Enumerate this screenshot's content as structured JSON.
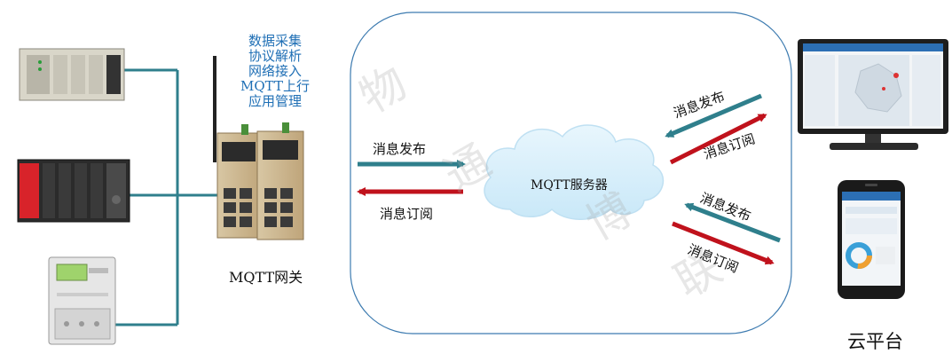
{
  "gateway_functions": [
    "数据采集",
    "协议解析",
    "网络接入",
    "MQTT上行",
    "应用管理"
  ],
  "gateway_label": "MQTT网关",
  "server_label": "MQTT服务器",
  "cloud_label": "云平台",
  "left_publish": "消息发布",
  "left_subscribe": "消息订阅",
  "right_top_publish": "消息发布",
  "right_top_subscribe": "消息订阅",
  "right_bottom_publish": "消息发布",
  "right_bottom_subscribe": "消息订阅",
  "watermark": [
    "物",
    "通",
    "博",
    "联"
  ],
  "colors": {
    "publish_arrow": "#2f7f8c",
    "subscribe_arrow": "#c0121c",
    "bus": "#2f7f8c",
    "boundary": "#3d7bb0",
    "function_text": "#1f6fb5"
  }
}
